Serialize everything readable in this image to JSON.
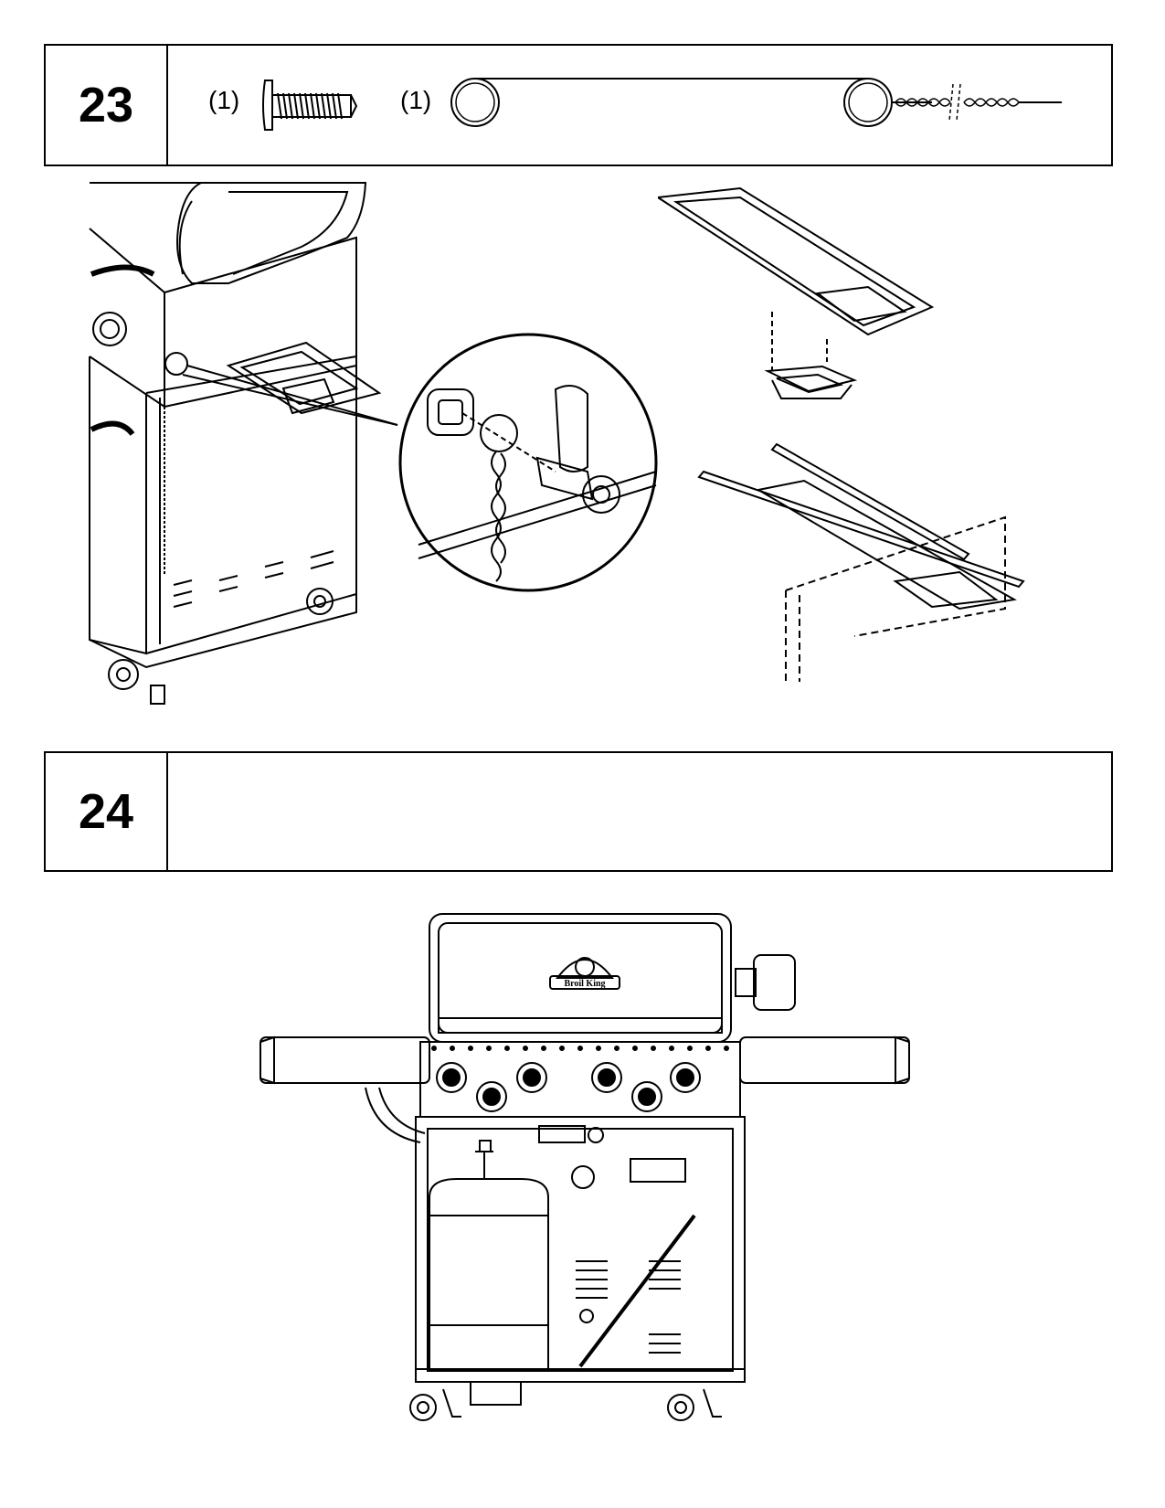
{
  "steps": [
    {
      "number": "23",
      "parts": [
        {
          "quantity": "(1)",
          "icon": "screw-icon"
        },
        {
          "quantity": "(1)",
          "icon": "chain-wire-icon"
        }
      ]
    },
    {
      "number": "24",
      "parts": []
    }
  ],
  "logo_text": "Broil King"
}
